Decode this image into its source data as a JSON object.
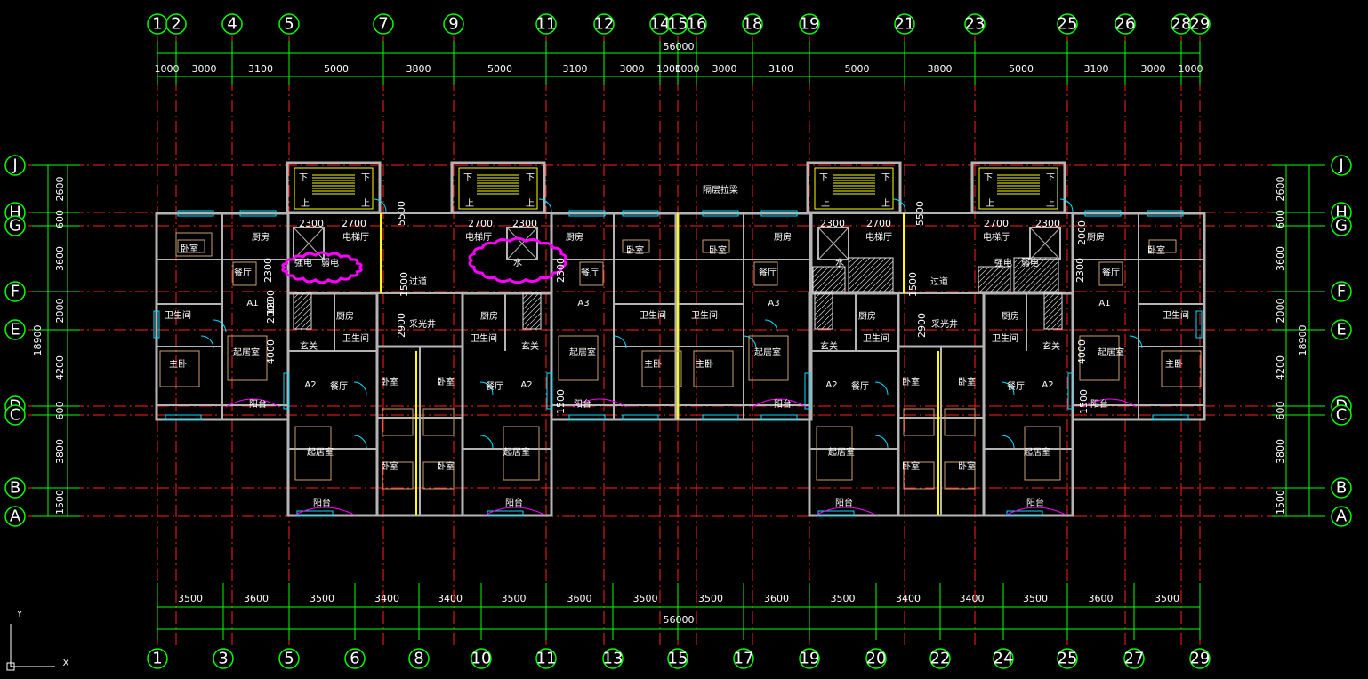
{
  "colors": {
    "background": "#000000",
    "axis_red": "#ff2020",
    "dim_green": "#00ff00",
    "wall_gray": "#b4b4b4",
    "furniture": "#c8a070",
    "stair_yellow": "#ffff00",
    "cloud_magenta": "#ff00ff",
    "window_cyan": "#00e0ff",
    "hatch_white": "#e0e0e0"
  },
  "top_axes": [
    "1",
    "2",
    "4",
    "5",
    "7",
    "9",
    "11",
    "12",
    "14",
    "15",
    "16",
    "18",
    "19",
    "21",
    "23",
    "25",
    "26",
    "28",
    "29"
  ],
  "bottom_axes": [
    "1",
    "3",
    "5",
    "6",
    "8",
    "10",
    "11",
    "13",
    "15",
    "17",
    "19",
    "20",
    "22",
    "24",
    "25",
    "27",
    "29"
  ],
  "row_axes": [
    "J",
    "H",
    "G",
    "F",
    "E",
    "D",
    "C",
    "B",
    "A"
  ],
  "top_dims": [
    "1000",
    "3000",
    "3100",
    "5000",
    "3800",
    "5000",
    "3100",
    "3000",
    "1000",
    "1000",
    "3000",
    "3100",
    "5000",
    "3800",
    "5000",
    "3100",
    "3000",
    "1000"
  ],
  "top_total": "56000",
  "bottom_dims": [
    "3500",
    "3600",
    "3500",
    "3400",
    "3400",
    "3500",
    "3600",
    "3500",
    "3500",
    "3600",
    "3500",
    "3400",
    "3400",
    "3500",
    "3600",
    "3500"
  ],
  "bottom_total": "56000",
  "side_dims": [
    "2600",
    "600",
    "3600",
    "2000",
    "4200",
    "600",
    "3800",
    "1500"
  ],
  "side_total": "18900",
  "inner_dims": [
    "5500",
    "2300",
    "2700",
    "2700",
    "2300",
    "2300",
    "2900",
    "1500",
    "1200",
    "4000",
    "1500",
    "2300",
    "2000"
  ],
  "rooms": {
    "kitchen": "厨房",
    "bath": "卫生间",
    "dining": "餐厅",
    "living": "起居室",
    "bedroom": "卧室",
    "master": "主卧",
    "balcony": "阳台",
    "entry": "玄关",
    "foyer": "过道",
    "lightwell": "采光井",
    "elevator_hall": "电梯厅",
    "water": "水",
    "strong": "强电",
    "weak": "弱电",
    "unit_a1": "A1",
    "unit_a2": "A2",
    "unit_a3": "A3",
    "note": "隔层拉梁",
    "down": "下",
    "up": "上"
  },
  "ucs": {
    "x": "X",
    "y": "Y"
  }
}
